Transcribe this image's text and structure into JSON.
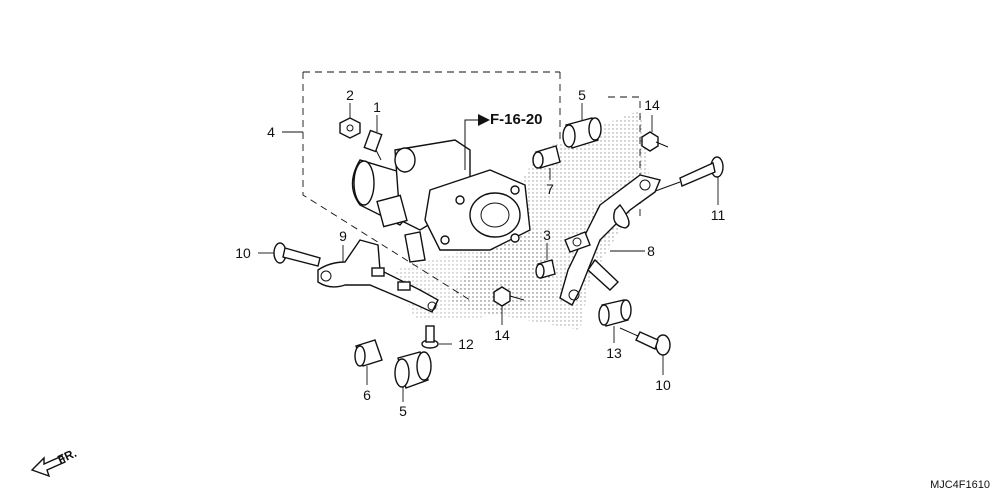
{
  "reference": "F-16-20",
  "diagram_code": "MJC4F1610",
  "direction_label": "FR.",
  "callouts": {
    "c1": "1",
    "c2": "2",
    "c3": "3",
    "c4": "4",
    "c5a": "5",
    "c5b": "5",
    "c6": "6",
    "c7": "7",
    "c8": "8",
    "c9": "9",
    "c10a": "10",
    "c10b": "10",
    "c11": "11",
    "c12": "12",
    "c13": "13",
    "c14a": "14",
    "c14b": "14"
  }
}
